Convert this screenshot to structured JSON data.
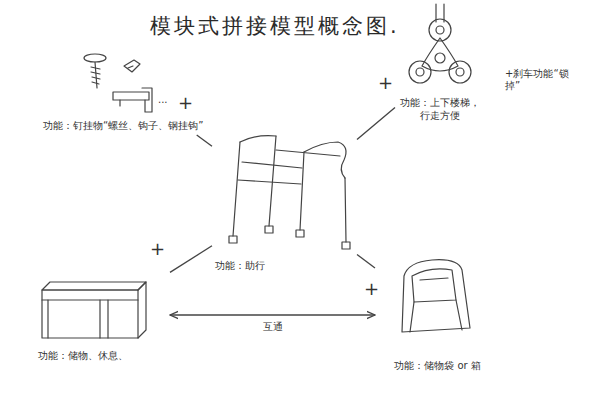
{
  "diagram": {
    "title": "模块式拼接模型概念图.",
    "nodes": [
      {
        "text": [
          "功能：钉挂物“螺丝、钩子、钢挂钩”"
        ]
      },
      {
        "text": [
          "功能：上下楼梯，行走方便"
        ]
      },
      {
        "text": [
          "功能：助行"
        ]
      },
      {
        "text": [
          "功能：储物、休息、"
        ]
      },
      {
        "text": [
          "功能：储物袋 or 箱"
        ]
      }
    ],
    "edges": [
      {
        "from": 0,
        "to": 2,
        "arrow": "none"
      },
      {
        "from": 1,
        "to": 2,
        "arrow": "none"
      },
      {
        "from": 2,
        "to": 3,
        "arrow": "none"
      },
      {
        "from": 2,
        "to": 4,
        "arrow": "none"
      },
      {
        "from": 3,
        "to": 4,
        "label": "互通",
        "arrow": "both"
      }
    ],
    "labels": [
      "...",
      "+",
      "+",
      "+刹车功能“锁掉”",
      "+",
      "+"
    ]
  }
}
